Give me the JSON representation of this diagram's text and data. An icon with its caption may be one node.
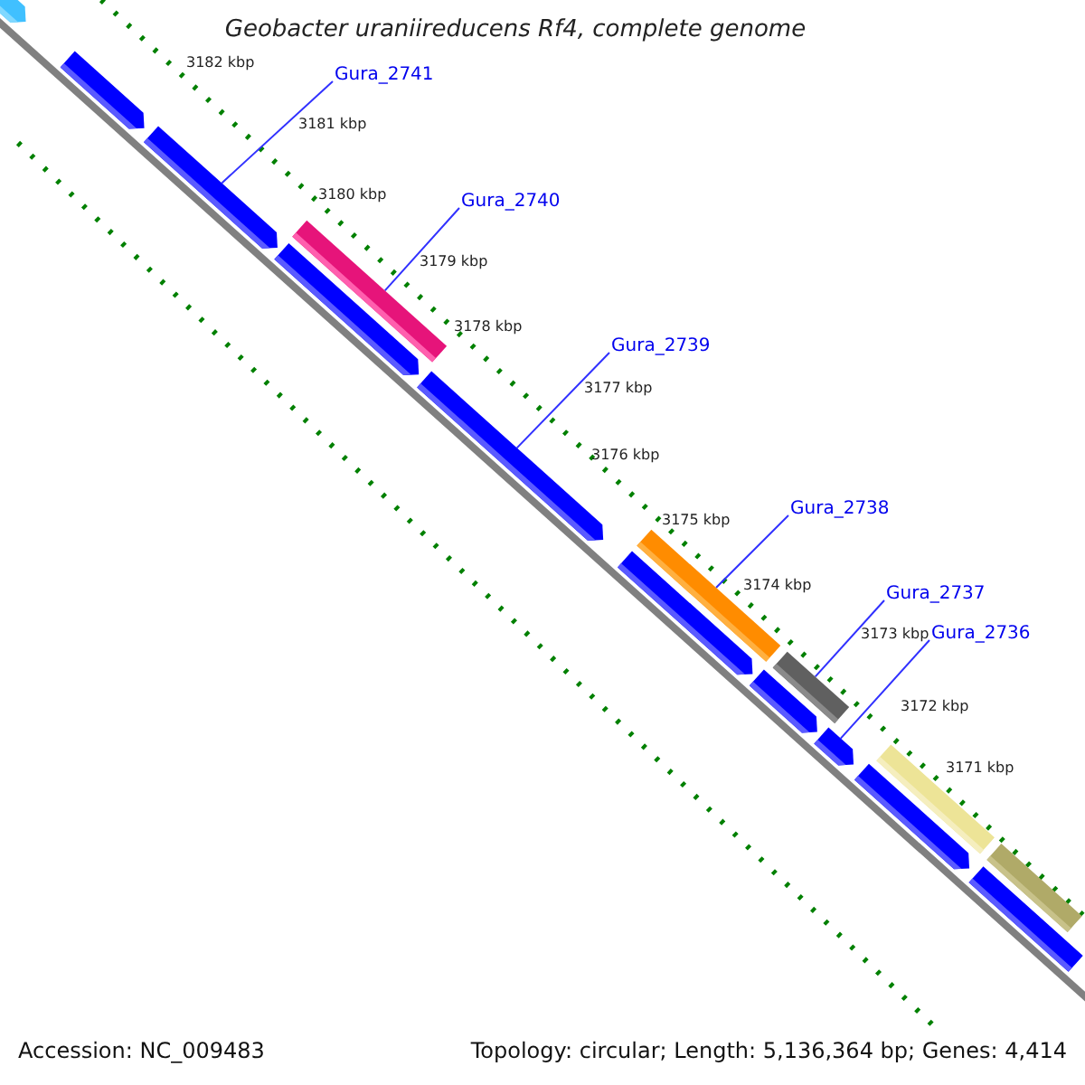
{
  "diagram": {
    "title": "Geobacter uraniireducens Rf4, complete genome",
    "nodes": [
      {
        "text": [
          "Gura_2741"
        ]
      },
      {
        "text": [
          "Gura_2740"
        ]
      },
      {
        "text": [
          "Gura_2739"
        ]
      },
      {
        "text": [
          "Gura_2738"
        ]
      },
      {
        "text": [
          "Gura_2737"
        ]
      },
      {
        "text": [
          "Gura_2736"
        ]
      },
      {
        "text": [],
        "shape": "bar"
      },
      {
        "text": [],
        "shape": "bar"
      },
      {
        "text": [],
        "shape": "bar"
      },
      {
        "text": [],
        "shape": "bar"
      },
      {
        "text": [],
        "shape": "bar"
      },
      {
        "text": [],
        "shape": "bar"
      },
      {
        "text": [],
        "shape": "bar"
      },
      {
        "text": [],
        "shape": "bar"
      },
      {
        "text": [],
        "shape": "bar"
      },
      {
        "text": [],
        "shape": "bar"
      },
      {
        "text": [],
        "shape": "bar"
      },
      {
        "text": [],
        "shape": "bar"
      },
      {
        "text": [],
        "shape": "bar"
      },
      {
        "text": [],
        "shape": "bar"
      },
      {
        "text": [],
        "shape": "bar"
      }
    ],
    "edges": [
      {
        "from": 0,
        "to": 8,
        "arrow": "none"
      },
      {
        "from": 1,
        "to": 9,
        "arrow": "none"
      },
      {
        "from": 2,
        "to": 11,
        "arrow": "none"
      },
      {
        "from": 3,
        "to": 12,
        "arrow": "none"
      },
      {
        "from": 4,
        "to": 15,
        "arrow": "none"
      },
      {
        "from": 5,
        "to": 16,
        "arrow": "none"
      }
    ],
    "labels": [
      "3182 kbp",
      "3181 kbp",
      "3180 kbp",
      "3179 kbp",
      "3178 kbp",
      "3177 kbp",
      "3176 kbp",
      "3175 kbp",
      "3174 kbp",
      "3173 kbp",
      "3172 kbp",
      "3171 kbp",
      "Accession: NC_009483",
      "Topology: circular; Length: 5,136,364 bp; Genes: 4,414"
    ]
  }
}
